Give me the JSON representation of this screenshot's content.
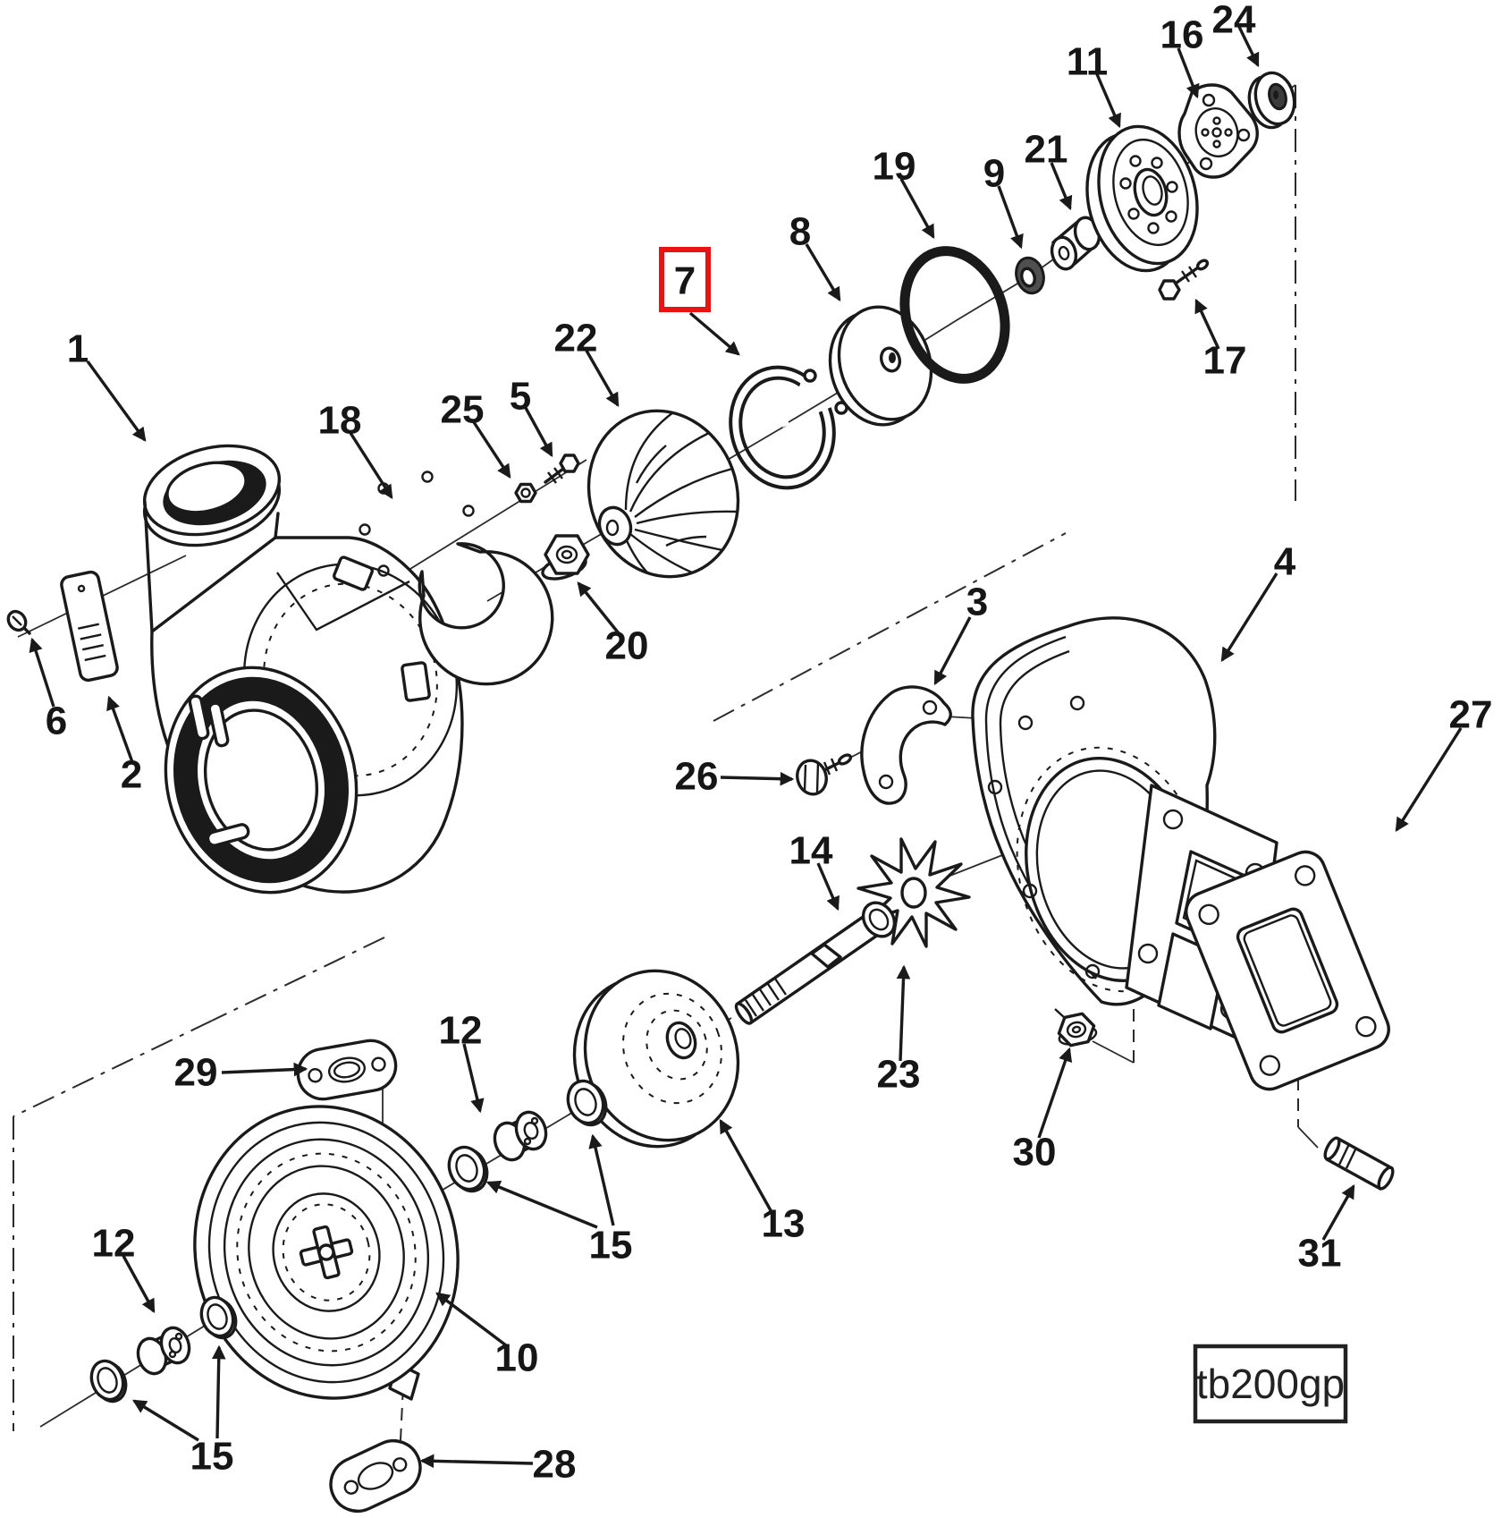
{
  "figure": {
    "code_label": "tb200gp"
  },
  "highlight": {
    "label": "7",
    "box_color": "#e81313"
  },
  "callouts": [
    {
      "label": "1"
    },
    {
      "label": "2"
    },
    {
      "label": "3"
    },
    {
      "label": "4"
    },
    {
      "label": "5"
    },
    {
      "label": "6"
    },
    {
      "label": "7"
    },
    {
      "label": "8"
    },
    {
      "label": "9"
    },
    {
      "label": "10"
    },
    {
      "label": "11"
    },
    {
      "label": "12"
    },
    {
      "label": "12"
    },
    {
      "label": "13"
    },
    {
      "label": "14"
    },
    {
      "label": "15"
    },
    {
      "label": "15"
    },
    {
      "label": "16"
    },
    {
      "label": "17"
    },
    {
      "label": "18"
    },
    {
      "label": "19"
    },
    {
      "label": "20"
    },
    {
      "label": "21"
    },
    {
      "label": "22"
    },
    {
      "label": "23"
    },
    {
      "label": "24"
    },
    {
      "label": "25"
    },
    {
      "label": "26"
    },
    {
      "label": "27"
    },
    {
      "label": "28"
    },
    {
      "label": "29"
    },
    {
      "label": "30"
    },
    {
      "label": "31"
    }
  ]
}
